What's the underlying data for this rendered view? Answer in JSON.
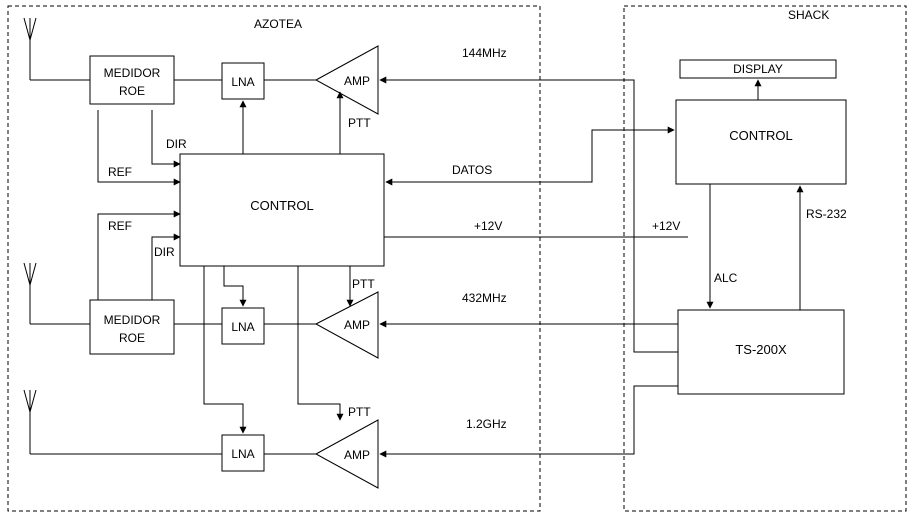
{
  "zones": {
    "azotea": "AZOTEA",
    "shack": "SHACK"
  },
  "blocks": {
    "medidor_roe": [
      "MEDIDOR",
      "ROE"
    ],
    "lna": "LNA",
    "amp": "AMP",
    "control": "CONTROL",
    "display": "DISPLAY",
    "transceiver": "TS-200X"
  },
  "bands": {
    "b144": "144MHz",
    "b432": "432MHz",
    "b1200": "1.2GHz"
  },
  "signals": {
    "dir": "DIR",
    "ref": "REF",
    "ptt": "PTT",
    "datos": "DATOS",
    "v12": "+12V",
    "alc": "ALC",
    "rs232": "RS-232"
  }
}
